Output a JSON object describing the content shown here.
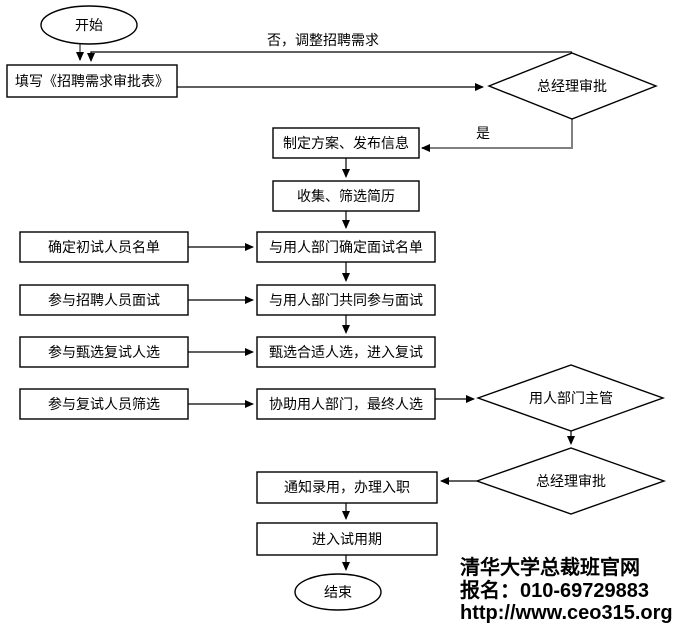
{
  "nodes": {
    "start": "开始",
    "fill_form": "填写《招聘需求审批表》",
    "gm_approval": "总经理审批",
    "branch_no": "否，调整招聘需求",
    "branch_yes": "是",
    "make_plan": "制定方案、发布信息",
    "collect": "收集、筛选简历",
    "left1": "确定初试人员名单",
    "mid1": "与用人部门确定面试名单",
    "left2": "参与招聘人员面试",
    "mid2": "与用人部门共同参与面试",
    "left3": "参与甄选复试人选",
    "mid3": "甄选合适人选，进入复试",
    "left4": "参与复试人员筛选",
    "mid4": "协助用人部门，最终人选",
    "dept_manager": "用人部门主管",
    "gm_approval2": "总经理审批",
    "notify": "通知录用，办理入职",
    "probation": "进入试用期",
    "end": "结束"
  },
  "watermark": {
    "line1": "清华大学总裁班官网",
    "line2": "报名：010-69729883",
    "line3": "http://www.ceo315.org"
  },
  "colors": {
    "terminal_stroke": "#e03c3c",
    "branch_label": "#000099",
    "connector_gray": "#808080",
    "line": "#000000"
  }
}
